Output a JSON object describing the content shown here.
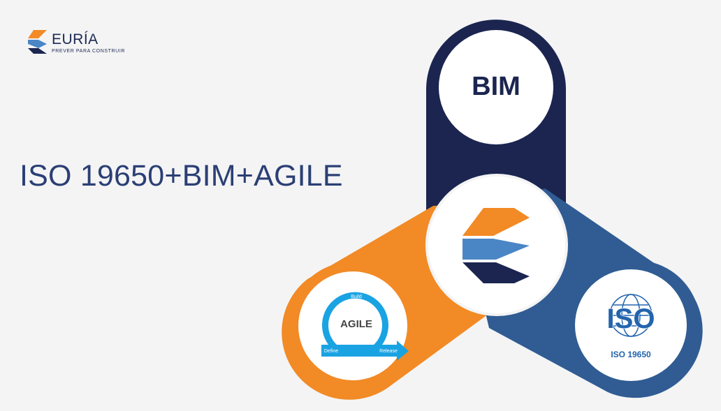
{
  "brand": {
    "name": "EURÍA",
    "tagline": "PREVER PARA CONSTRUIR"
  },
  "headline": "ISO 19650+BIM+AGILE",
  "graphic": {
    "bim_label": "BIM",
    "agile": {
      "center_label": "AGILE",
      "build_label": "Build",
      "define_label": "Define",
      "release_label": "Release"
    },
    "iso": {
      "logo_text": "ISO",
      "caption": "ISO 19650"
    }
  },
  "colors": {
    "navy": "#1b2550",
    "blue": "#305c93",
    "orange": "#f28a25",
    "agile_cyan": "#1aa3e2",
    "light_blue": "#4a86c5",
    "background": "#f4f4f5"
  }
}
